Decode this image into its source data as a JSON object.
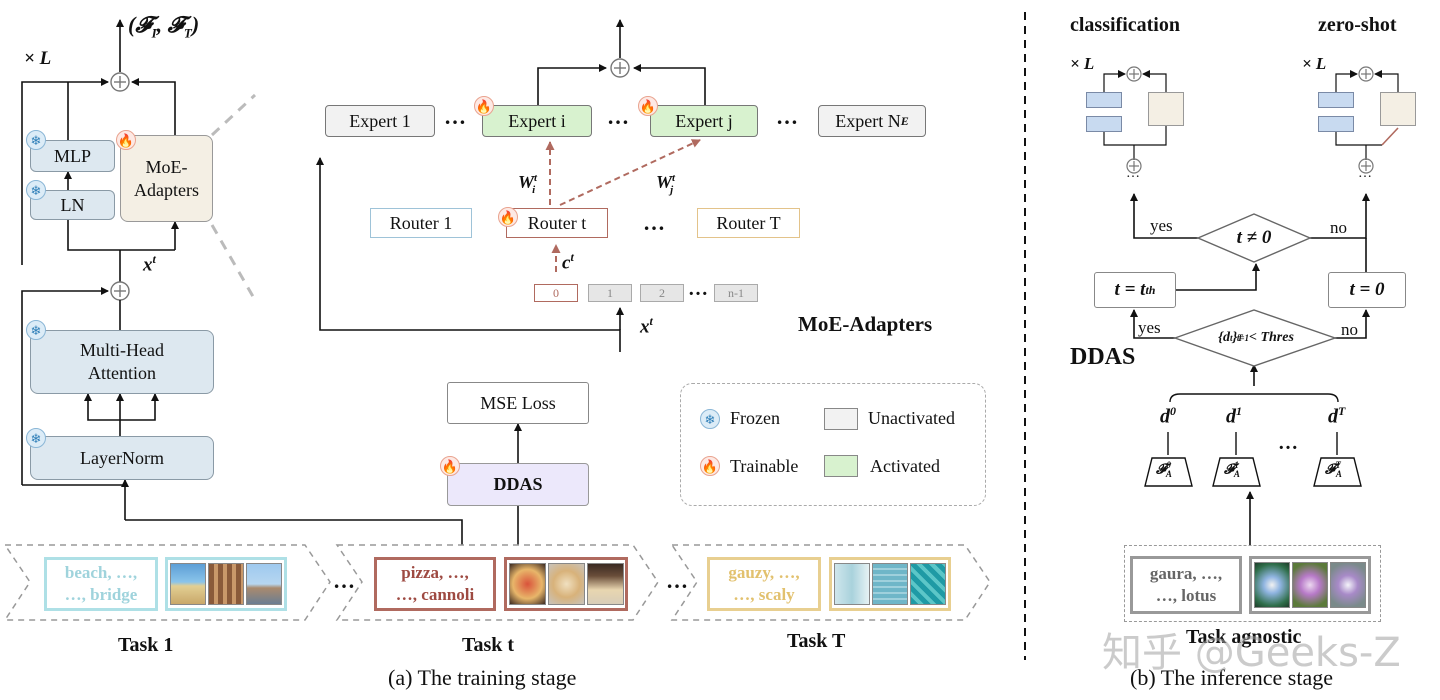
{
  "training": {
    "caption": "(a) The training stage",
    "layer": {
      "output": "(𝓕",
      "output_sub1": "I",
      "output_mid": ", 𝓕",
      "output_sub2": "T",
      "output_end": ")",
      "repeat": "× L",
      "mlp": "MLP",
      "ln": "LN",
      "moe": "MoE-\nAdapters",
      "mha": "Multi-Head\nAttention",
      "layernorm": "LayerNorm",
      "xt": "x",
      "xt_sup": "t"
    },
    "moe": {
      "title": "MoE-Adapters",
      "experts": [
        "Expert 1",
        "Expert i",
        "Expert j",
        "Expert N"
      ],
      "expert_n_sub": "E",
      "dots": "…",
      "routers": [
        "Router 1",
        "Router t",
        "Router T"
      ],
      "ct": "c",
      "ct_sup": "t",
      "wi": "W",
      "wi_sub": "i",
      "wi_sup": "t",
      "wj": "W",
      "wj_sub": "j",
      "wj_sup": "t",
      "chips": [
        "0",
        "1",
        "2",
        "n-1"
      ],
      "xt": "x",
      "xt_sup": "t"
    },
    "mse_loss": "MSE Loss",
    "ddas": "DDAS",
    "legend": {
      "frozen": "Frozen",
      "trainable": "Trainable",
      "unactivated": "Unactivated",
      "activated": "Activated"
    },
    "tasks": [
      {
        "label": "Task 1",
        "words": "beach, …,\n…, bridge"
      },
      {
        "label": "Task t",
        "words": "pizza, …,\n…, cannoli"
      },
      {
        "label": "Task T",
        "words": "gauzy, …,\n…, scaly"
      }
    ],
    "ellipsis": "…"
  },
  "inference": {
    "caption": "(b) The inference stage",
    "classification": "classification",
    "zero_shot": "zero-shot",
    "repeat": "× L",
    "ddas": "DDAS",
    "cond1": "t ≠ 0",
    "t_th": "t = t",
    "t_th_sup": "th",
    "t_zero": "t = 0",
    "yes": "yes",
    "no": "no",
    "cond2": "{d",
    "cond2_sup": "t",
    "cond2_rest": "}",
    "cond2_sup2": "T",
    "cond2_sub2": "t=1",
    "cond2_end": " < Thres",
    "d_labels": [
      "d",
      "d",
      "d"
    ],
    "d_sups": [
      "0",
      "1",
      "T"
    ],
    "f_labels": [
      "𝓕",
      "𝓕",
      "𝓕"
    ],
    "f_sups": [
      "0",
      "1",
      "T"
    ],
    "f_sub": "A",
    "dots": "…",
    "task_agnostic": "Task agnostic",
    "words": "gaura, …,\n…, lotus"
  },
  "watermark": "知乎 @Geeks-Z"
}
